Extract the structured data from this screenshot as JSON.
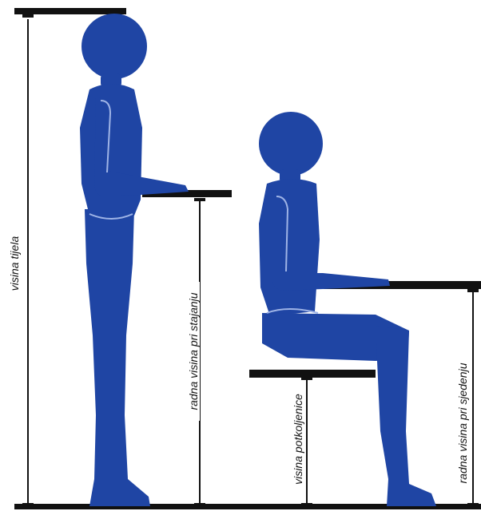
{
  "labels": {
    "body_height": "visina tijela",
    "standing_work_height": "radna visina pri stajanju",
    "lower_leg_height": "visina potkoljenice",
    "seated_work_height": "radna visina pri sjedenju"
  },
  "colors": {
    "figure": "#1f45a4",
    "figure_outline": "#9fb4e6",
    "surface": "#111111",
    "dimension_line": "#111111"
  }
}
